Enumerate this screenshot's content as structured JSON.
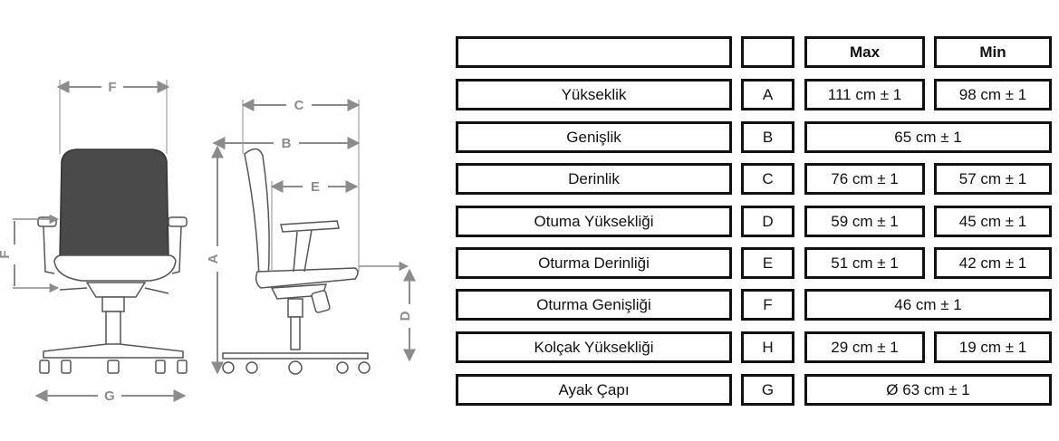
{
  "diagram": {
    "labels": {
      "a": "A",
      "b": "B",
      "c": "C",
      "d": "D",
      "e": "E",
      "f": "F",
      "g": "G"
    }
  },
  "table": {
    "headers": {
      "name": "",
      "code": "",
      "max": "Max",
      "min": "Min"
    },
    "rows": [
      {
        "name": "Yükseklik",
        "code": "A",
        "max": "111 cm ± 1",
        "min": "98 cm ± 1",
        "single": ""
      },
      {
        "name": "Genişlik",
        "code": "B",
        "max": "",
        "min": "",
        "single": "65 cm ± 1"
      },
      {
        "name": "Derinlik",
        "code": "C",
        "max": "76 cm ± 1",
        "min": "57 cm ± 1",
        "single": ""
      },
      {
        "name": "Otuma Yüksekliği",
        "code": "D",
        "max": "59 cm ± 1",
        "min": "45 cm ± 1",
        "single": ""
      },
      {
        "name": "Oturma Derinliği",
        "code": "E",
        "max": "51 cm ± 1",
        "min": "42 cm ± 1",
        "single": ""
      },
      {
        "name": "Oturma Genişliği",
        "code": "F",
        "max": "",
        "min": "",
        "single": "46 cm ± 1"
      },
      {
        "name": "Kolçak Yüksekliği",
        "code": "H",
        "max": "29 cm ± 1",
        "min": "19 cm ± 1",
        "single": ""
      },
      {
        "name": "Ayak Çapı",
        "code": "G",
        "max": "",
        "min": "",
        "single": "Ø 63 cm ± 1"
      }
    ]
  },
  "colors": {
    "border": "#111111",
    "dimension": "#8c8c8c",
    "backrest": "#4a4a4a"
  }
}
